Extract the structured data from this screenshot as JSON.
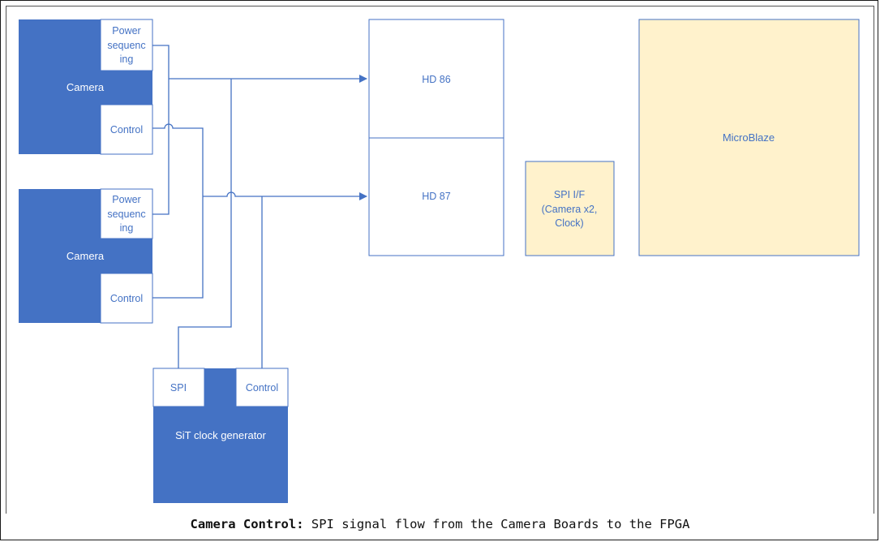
{
  "cameras": [
    {
      "label": "Camera",
      "power_label": [
        "Power",
        "sequenc",
        "ing"
      ],
      "control_label": "Control"
    },
    {
      "label": "Camera",
      "power_label": [
        "Power",
        "sequenc",
        "ing"
      ],
      "control_label": "Control"
    }
  ],
  "clock_generator": {
    "label": "SiT clock generator",
    "spi_label": "SPI",
    "control_label": "Control"
  },
  "hd86": {
    "label": "HD 86"
  },
  "hd87": {
    "label": "HD 87"
  },
  "spi_if": {
    "label": [
      "SPI I/F",
      "(Camera x2,",
      "Clock)"
    ]
  },
  "microblaze": {
    "label": "MicroBlaze"
  },
  "caption": {
    "title": "Camera Control:",
    "text": " SPI signal flow from the Camera Boards to the FPGA"
  },
  "colors": {
    "camera_blue": "#4472c4",
    "line_blue": "#4472c4",
    "fpga_yellow": "#fff2cc",
    "box_border": "#4472c4",
    "hd_fill": "#ffffff"
  }
}
